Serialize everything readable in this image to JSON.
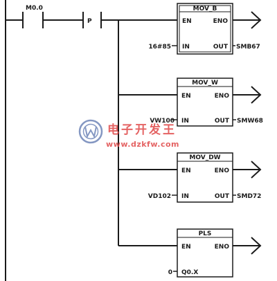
{
  "rung": {
    "contact_label": "M0.0",
    "edge_label": "P"
  },
  "blocks": [
    {
      "name": "MOV_B",
      "en": "EN",
      "eno": "ENO",
      "in_pin": "IN",
      "out_pin": "OUT",
      "in_operand": "16#85",
      "out_operand": "SMB67"
    },
    {
      "name": "MOV_W",
      "en": "EN",
      "eno": "ENO",
      "in_pin": "IN",
      "out_pin": "OUT",
      "in_operand": "VW100",
      "out_operand": "SMW68"
    },
    {
      "name": "MOV_DW",
      "en": "EN",
      "eno": "ENO",
      "in_pin": "IN",
      "out_pin": "OUT",
      "in_operand": "VD102",
      "out_operand": "SMD72"
    },
    {
      "name": "PLS",
      "en": "EN",
      "eno": "ENO",
      "in_pin": "Q0.X",
      "out_pin": "",
      "in_operand": "0",
      "out_operand": ""
    }
  ],
  "watermark": {
    "cn_text": "电子开发王",
    "url": "www.dzkfw.com",
    "color": "#e04848"
  },
  "colors": {
    "line": "#1a1a1a",
    "watermark_logo": "#6f86b8"
  }
}
